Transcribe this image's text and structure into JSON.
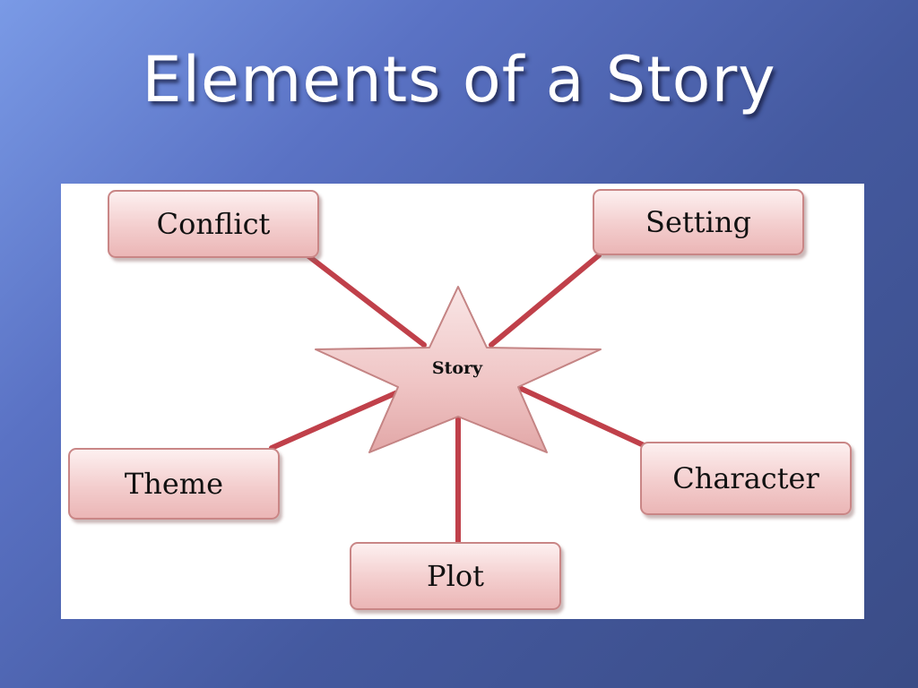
{
  "slide": {
    "title": "Elements of a Story"
  },
  "diagram": {
    "center": "Story",
    "nodes": {
      "conflict": "Conflict",
      "setting": "Setting",
      "theme": "Theme",
      "character": "Character",
      "plot": "Plot"
    }
  },
  "colors": {
    "connector": "#c0404a",
    "node_border": "#c98686",
    "node_fill": "#f3cdcd",
    "background": "#4a5fa8"
  }
}
